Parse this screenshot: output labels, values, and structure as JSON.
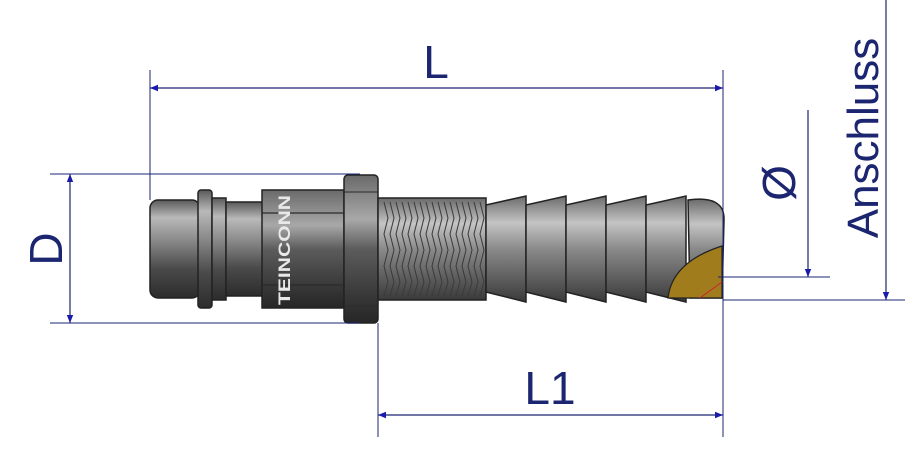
{
  "dimensions": {
    "length_total": "L",
    "length_barb": "L1",
    "diameter_coupling": "D",
    "diameter_symbol": "Ø",
    "connection": "Anschluss"
  },
  "part": {
    "brand_marking": "TEINCONN"
  },
  "colors": {
    "dimension_line": "#1b2570",
    "arrow_head": "#1a1aa8",
    "extension_line": "#1b2570",
    "metal_dark": "#3e3e3e",
    "metal_light": "#9c9c9c",
    "cut_face": "#a07c1c"
  }
}
